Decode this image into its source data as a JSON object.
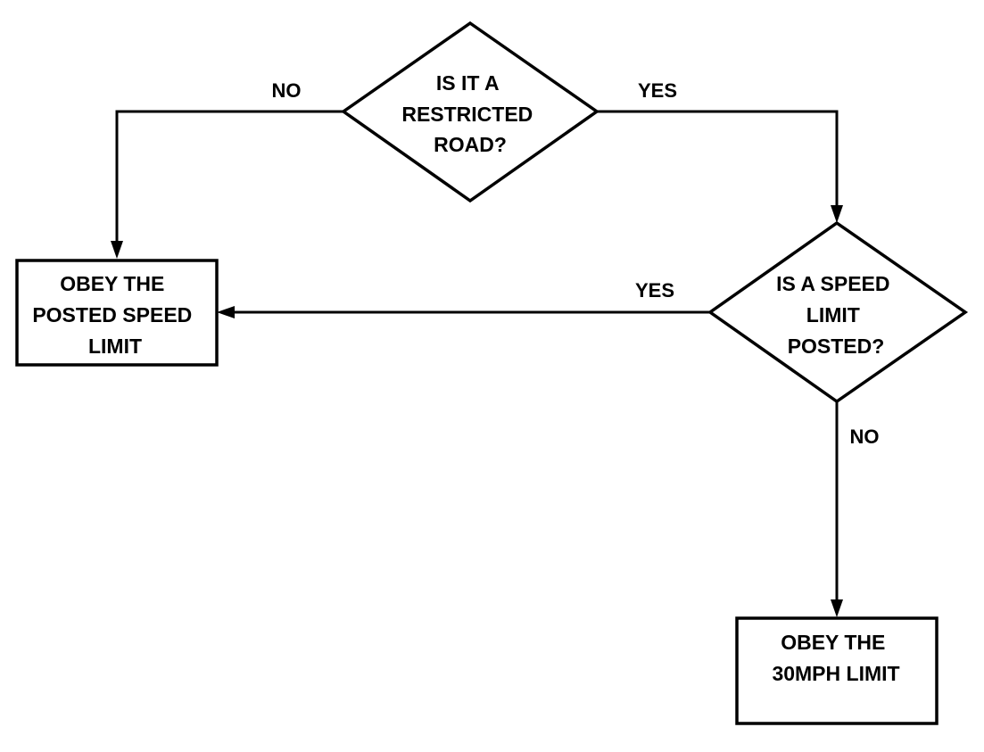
{
  "nodes": {
    "restricted_road": {
      "shape": "diamond",
      "lines": [
        "IS IT A",
        "RESTRICTED",
        "ROAD?"
      ]
    },
    "speed_limit_posted": {
      "shape": "diamond",
      "lines": [
        "IS A SPEED",
        "LIMIT",
        "POSTED?"
      ]
    },
    "obey_posted": {
      "shape": "rectangle",
      "lines": [
        "OBEY THE",
        "POSTED SPEED",
        "LIMIT"
      ]
    },
    "obey_30mph": {
      "shape": "rectangle",
      "lines": [
        "OBEY THE",
        "30MPH LIMIT"
      ]
    }
  },
  "edges": {
    "restricted_no": {
      "from": "restricted_road",
      "to": "obey_posted",
      "label": "NO"
    },
    "restricted_yes": {
      "from": "restricted_road",
      "to": "speed_limit_posted",
      "label": "YES"
    },
    "posted_yes": {
      "from": "speed_limit_posted",
      "to": "obey_posted",
      "label": "YES"
    },
    "posted_no": {
      "from": "speed_limit_posted",
      "to": "obey_30mph",
      "label": "NO"
    }
  },
  "colors": {
    "stroke": "#000000",
    "fill": "#ffffff",
    "text": "#000000"
  }
}
